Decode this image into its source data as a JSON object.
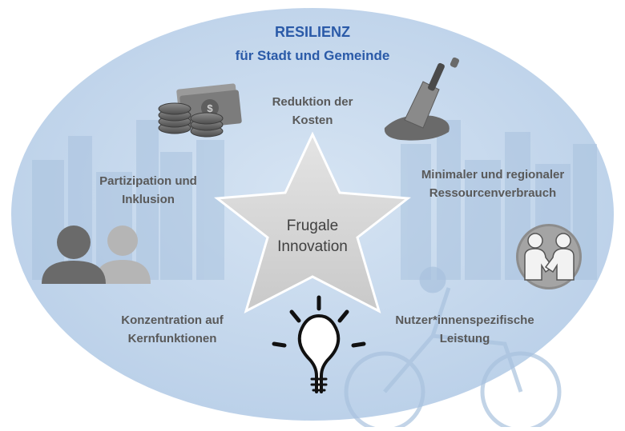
{
  "title": "RESILIENZ",
  "subtitle": "für Stadt und Gemeinde",
  "center": {
    "line1": "Frugale",
    "line2": "Innovation"
  },
  "factors": {
    "cost": {
      "line1": "Reduktion der",
      "line2": "Kosten",
      "icon": "money-icon"
    },
    "resources": {
      "line1": "Minimaler und regionaler",
      "line2": "Ressourcenverbrauch",
      "icon": "trowel-icon"
    },
    "user": {
      "line1": "Nutzer*innenspezifische",
      "line2": "Leistung",
      "icon": "handshake-icon"
    },
    "core": {
      "line1": "Konzentration auf",
      "line2": "Kernfunktionen",
      "icon": "lightbulb-icon"
    },
    "participation": {
      "line1": "Partizipation und",
      "line2": "Inklusion",
      "icon": "people-icon"
    }
  },
  "colors": {
    "ellipse": "#c4d7ec",
    "title": "#2a5aa8",
    "star": "#dcdcdc",
    "text": "#595959"
  }
}
